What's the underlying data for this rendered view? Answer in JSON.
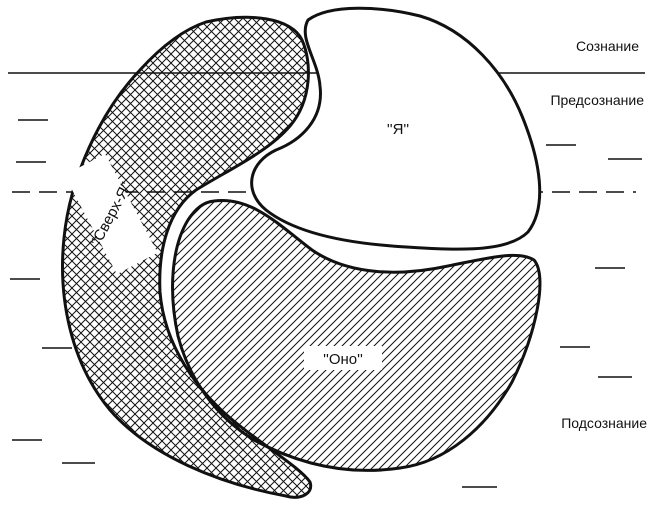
{
  "levels": {
    "conscious": "Сознание",
    "preconscious": "Предсознание",
    "unconscious": "Подсознание"
  },
  "parts": {
    "ego": "''Я''",
    "superego": "''Сверх-Я''",
    "id": "''Оно''"
  },
  "colors": {
    "ink": "#111111",
    "background": "#ffffff"
  }
}
